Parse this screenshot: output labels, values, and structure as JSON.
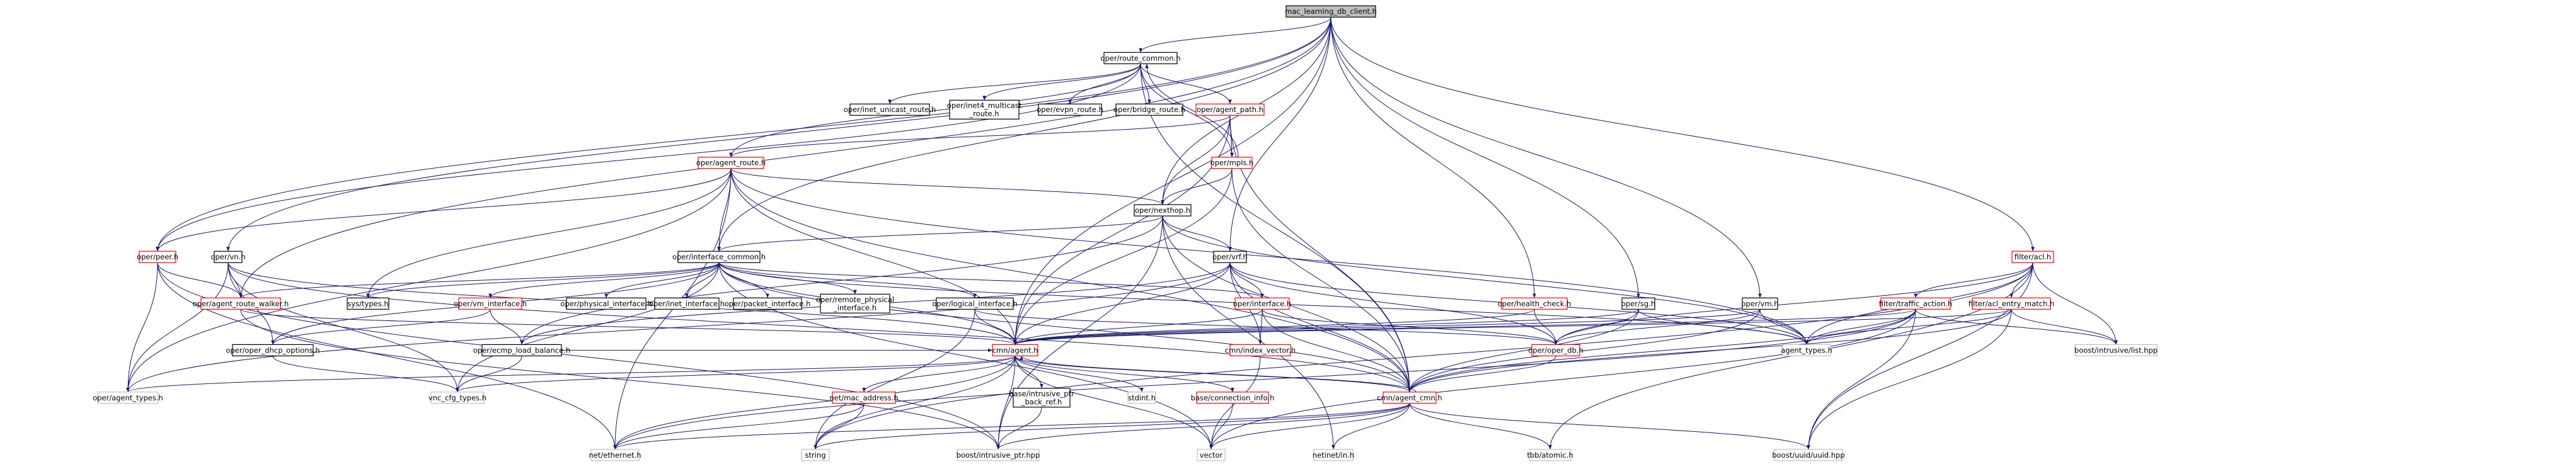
{
  "colors": {
    "root_fill": "#bfbfbf",
    "node_fill": "#ffffff",
    "border_normal": "#000000",
    "border_red": "#ff0000",
    "border_gray": "#bfbfbf",
    "edge": "#191970"
  },
  "nodes": [
    {
      "id": "root",
      "lines": [
        "mac_learning_db_client.h"
      ],
      "style": "root"
    },
    {
      "id": "route_common",
      "lines": [
        "oper/route_common.h"
      ],
      "style": "normal"
    },
    {
      "id": "inet_unicast_route",
      "lines": [
        "oper/inet_unicast_route.h"
      ],
      "style": "normal"
    },
    {
      "id": "inet4_multicast_route",
      "lines": [
        "oper/inet4_multicast",
        "_route.h"
      ],
      "style": "normal"
    },
    {
      "id": "evpn_route",
      "lines": [
        "oper/evpn_route.h"
      ],
      "style": "normal"
    },
    {
      "id": "bridge_route",
      "lines": [
        "oper/bridge_route.h"
      ],
      "style": "normal"
    },
    {
      "id": "agent_path",
      "lines": [
        "oper/agent_path.h"
      ],
      "style": "red"
    },
    {
      "id": "agent_route",
      "lines": [
        "oper/agent_route.h"
      ],
      "style": "red"
    },
    {
      "id": "mpls",
      "lines": [
        "oper/mpls.h"
      ],
      "style": "red"
    },
    {
      "id": "nexthop",
      "lines": [
        "oper/nexthop.h"
      ],
      "style": "normal"
    },
    {
      "id": "peer",
      "lines": [
        "oper/peer.h"
      ],
      "style": "red"
    },
    {
      "id": "vn",
      "lines": [
        "oper/vn.h"
      ],
      "style": "normal"
    },
    {
      "id": "interface_common",
      "lines": [
        "oper/interface_common.h"
      ],
      "style": "normal"
    },
    {
      "id": "vrf",
      "lines": [
        "oper/vrf.h"
      ],
      "style": "normal"
    },
    {
      "id": "agent_route_walker",
      "lines": [
        "oper/agent_route_walker.h"
      ],
      "style": "red"
    },
    {
      "id": "sys_types",
      "lines": [
        "sys/types.h"
      ],
      "style": "normal"
    },
    {
      "id": "vm_interface",
      "lines": [
        "oper/vm_interface.h"
      ],
      "style": "red"
    },
    {
      "id": "physical_interface",
      "lines": [
        "oper/physical_interface.h"
      ],
      "style": "normal"
    },
    {
      "id": "inet_interface",
      "lines": [
        "oper/inet_interface.h"
      ],
      "style": "normal"
    },
    {
      "id": "packet_interface",
      "lines": [
        "oper/packet_interface.h"
      ],
      "style": "normal"
    },
    {
      "id": "remote_physical_interface",
      "lines": [
        "oper/remote_physical",
        "_interface.h"
      ],
      "style": "normal"
    },
    {
      "id": "logical_interface",
      "lines": [
        "oper/logical_interface.h"
      ],
      "style": "normal"
    },
    {
      "id": "oper_interface",
      "lines": [
        "oper/interface.h"
      ],
      "style": "red"
    },
    {
      "id": "health_check",
      "lines": [
        "oper/health_check.h"
      ],
      "style": "red"
    },
    {
      "id": "sg",
      "lines": [
        "oper/sg.h"
      ],
      "style": "normal"
    },
    {
      "id": "oper_vm",
      "lines": [
        "oper/vm.h"
      ],
      "style": "normal"
    },
    {
      "id": "filter_acl",
      "lines": [
        "filter/acl.h"
      ],
      "style": "red"
    },
    {
      "id": "traffic_action",
      "lines": [
        "filter/traffic_action.h"
      ],
      "style": "red"
    },
    {
      "id": "acl_entry_match",
      "lines": [
        "filter/acl_entry_match.h"
      ],
      "style": "red"
    },
    {
      "id": "intrusive_list",
      "lines": [
        "boost/intrusive/list.hpp"
      ],
      "style": "gray"
    },
    {
      "id": "agent_types",
      "lines": [
        "agent_types.h"
      ],
      "style": "gray"
    },
    {
      "id": "oper_dhcp_options",
      "lines": [
        "oper/oper_dhcp_options.h"
      ],
      "style": "normal"
    },
    {
      "id": "ecmp_load_balance",
      "lines": [
        "oper/ecmp_load_balance.h"
      ],
      "style": "normal"
    },
    {
      "id": "cmn_agent",
      "lines": [
        "cmn/agent.h"
      ],
      "style": "red"
    },
    {
      "id": "index_vector",
      "lines": [
        "cmn/index_vector.h"
      ],
      "style": "red"
    },
    {
      "id": "oper_db",
      "lines": [
        "oper/oper_db.h"
      ],
      "style": "red"
    },
    {
      "id": "oper_agent_types",
      "lines": [
        "oper/agent_types.h"
      ],
      "style": "gray"
    },
    {
      "id": "vnc_cfg_types",
      "lines": [
        "vnc_cfg_types.h"
      ],
      "style": "gray"
    },
    {
      "id": "net_mac_address",
      "lines": [
        "net/mac_address.h"
      ],
      "style": "red"
    },
    {
      "id": "intrusive_ptr_back_ref",
      "lines": [
        "base/intrusive_ptr",
        "_back_ref.h"
      ],
      "style": "normal"
    },
    {
      "id": "stdint",
      "lines": [
        "stdint.h"
      ],
      "style": "gray"
    },
    {
      "id": "connection_info",
      "lines": [
        "base/connection_info.h"
      ],
      "style": "red"
    },
    {
      "id": "agent_cmn",
      "lines": [
        "cmn/agent_cmn.h"
      ],
      "style": "red"
    },
    {
      "id": "net_ethernet",
      "lines": [
        "net/ethernet.h"
      ],
      "style": "gray"
    },
    {
      "id": "string",
      "lines": [
        "string"
      ],
      "style": "gray"
    },
    {
      "id": "intrusive_ptr",
      "lines": [
        "boost/intrusive_ptr.hpp"
      ],
      "style": "gray"
    },
    {
      "id": "vector",
      "lines": [
        "vector"
      ],
      "style": "gray"
    },
    {
      "id": "netinet_in",
      "lines": [
        "netinet/in.h"
      ],
      "style": "gray"
    },
    {
      "id": "tbb_atomic",
      "lines": [
        "tbb/atomic.h"
      ],
      "style": "gray"
    },
    {
      "id": "uuid_hpp",
      "lines": [
        "boost/uuid/uuid.hpp"
      ],
      "style": "gray"
    }
  ],
  "edges": [
    [
      "root",
      "route_common"
    ],
    [
      "root",
      "vrf"
    ],
    [
      "root",
      "interface_common"
    ],
    [
      "root",
      "vn"
    ],
    [
      "root",
      "peer"
    ],
    [
      "root",
      "nexthop"
    ],
    [
      "root",
      "health_check"
    ],
    [
      "root",
      "sg"
    ],
    [
      "root",
      "oper_vm"
    ],
    [
      "root",
      "filter_acl"
    ],
    [
      "root",
      "agent_route_walker"
    ],
    [
      "root",
      "cmn_agent"
    ],
    [
      "route_common",
      "inet_unicast_route"
    ],
    [
      "route_common",
      "inet4_multicast_route"
    ],
    [
      "route_common",
      "evpn_route"
    ],
    [
      "route_common",
      "bridge_route"
    ],
    [
      "route_common",
      "agent_path"
    ],
    [
      "route_common",
      "agent_route"
    ],
    [
      "route_common",
      "mpls"
    ],
    [
      "route_common",
      "peer"
    ],
    [
      "route_common",
      "agent_cmn"
    ],
    [
      "agent_path",
      "agent_route"
    ],
    [
      "agent_path",
      "mpls"
    ],
    [
      "agent_path",
      "nexthop"
    ],
    [
      "agent_path",
      "cmn_agent"
    ],
    [
      "agent_path",
      "agent_cmn"
    ],
    [
      "mpls",
      "nexthop"
    ],
    [
      "mpls",
      "agent_cmn"
    ],
    [
      "mpls",
      "route_common"
    ],
    [
      "mpls",
      "cmn_agent"
    ],
    [
      "agent_route",
      "peer"
    ],
    [
      "agent_route",
      "nexthop"
    ],
    [
      "agent_route",
      "interface_common"
    ],
    [
      "agent_route",
      "sys_types"
    ],
    [
      "agent_route",
      "agent_types"
    ],
    [
      "agent_route",
      "cmn_agent"
    ],
    [
      "agent_route",
      "agent_cmn"
    ],
    [
      "agent_route",
      "oper_agent_types"
    ],
    [
      "agent_route",
      "net_ethernet"
    ],
    [
      "nexthop",
      "interface_common"
    ],
    [
      "nexthop",
      "vrf"
    ],
    [
      "nexthop",
      "agent_cmn"
    ],
    [
      "nexthop",
      "agent_types"
    ],
    [
      "nexthop",
      "intrusive_ptr"
    ],
    [
      "nexthop",
      "netinet_in"
    ],
    [
      "nexthop",
      "ecmp_load_balance"
    ],
    [
      "peer",
      "agent_route_walker"
    ],
    [
      "peer",
      "intrusive_ptr"
    ],
    [
      "peer",
      "net_ethernet"
    ],
    [
      "peer",
      "oper_agent_types"
    ],
    [
      "vn",
      "agent_route_walker"
    ],
    [
      "vn",
      "cmn_agent"
    ],
    [
      "vn",
      "oper_dhcp_options"
    ],
    [
      "vn",
      "oper_agent_types"
    ],
    [
      "vn",
      "agent_cmn"
    ],
    [
      "vn",
      "vnc_cfg_types"
    ],
    [
      "interface_common",
      "sys_types"
    ],
    [
      "interface_common",
      "vm_interface"
    ],
    [
      "interface_common",
      "physical_interface"
    ],
    [
      "interface_common",
      "inet_interface"
    ],
    [
      "interface_common",
      "packet_interface"
    ],
    [
      "interface_common",
      "remote_physical_interface"
    ],
    [
      "interface_common",
      "logical_interface"
    ],
    [
      "interface_common",
      "oper_interface"
    ],
    [
      "interface_common",
      "agent_route_walker"
    ],
    [
      "interface_common",
      "cmn_agent"
    ],
    [
      "interface_common",
      "agent_cmn"
    ],
    [
      "interface_common",
      "vector"
    ],
    [
      "interface_common",
      "agent_types"
    ],
    [
      "interface_common",
      "vnc_cfg_types"
    ],
    [
      "interface_common",
      "oper_dhcp_options"
    ],
    [
      "vrf",
      "oper_interface"
    ],
    [
      "vrf",
      "index_vector"
    ],
    [
      "vrf",
      "oper_db"
    ],
    [
      "vrf",
      "cmn_agent"
    ],
    [
      "vrf",
      "agent_cmn"
    ],
    [
      "vrf",
      "agent_types"
    ],
    [
      "vrf",
      "ecmp_load_balance"
    ],
    [
      "vrf",
      "oper_agent_types"
    ],
    [
      "agent_route_walker",
      "cmn_agent"
    ],
    [
      "agent_route_walker",
      "intrusive_ptr"
    ],
    [
      "vm_interface",
      "oper_dhcp_options"
    ],
    [
      "vm_interface",
      "ecmp_load_balance"
    ],
    [
      "logical_interface",
      "cmn_agent"
    ],
    [
      "logical_interface",
      "oper_db"
    ],
    [
      "logical_interface",
      "string"
    ],
    [
      "oper_interface",
      "index_vector"
    ],
    [
      "oper_interface",
      "oper_db"
    ],
    [
      "oper_interface",
      "agent_cmn"
    ],
    [
      "oper_interface",
      "cmn_agent"
    ],
    [
      "health_check",
      "cmn_agent"
    ],
    [
      "health_check",
      "oper_db"
    ],
    [
      "sg",
      "cmn_agent"
    ],
    [
      "sg",
      "oper_db"
    ],
    [
      "sg",
      "agent_cmn"
    ],
    [
      "sg",
      "agent_types"
    ],
    [
      "oper_vm",
      "cmn_agent"
    ],
    [
      "oper_vm",
      "oper_db"
    ],
    [
      "oper_vm",
      "agent_cmn"
    ],
    [
      "oper_vm",
      "agent_types"
    ],
    [
      "filter_acl",
      "traffic_action"
    ],
    [
      "filter_acl",
      "acl_entry_match"
    ],
    [
      "filter_acl",
      "intrusive_list"
    ],
    [
      "filter_acl",
      "agent_types"
    ],
    [
      "filter_acl",
      "uuid_hpp"
    ],
    [
      "filter_acl",
      "tbb_atomic"
    ],
    [
      "filter_acl",
      "string"
    ],
    [
      "filter_acl",
      "oper_db"
    ],
    [
      "traffic_action",
      "cmn_agent"
    ],
    [
      "traffic_action",
      "agent_cmn"
    ],
    [
      "traffic_action",
      "agent_types"
    ],
    [
      "traffic_action",
      "intrusive_list"
    ],
    [
      "traffic_action",
      "uuid_hpp"
    ],
    [
      "traffic_action",
      "vector"
    ],
    [
      "traffic_action",
      "net_ethernet"
    ],
    [
      "acl_entry_match",
      "cmn_agent"
    ],
    [
      "acl_entry_match",
      "agent_cmn"
    ],
    [
      "acl_entry_match",
      "agent_types"
    ],
    [
      "acl_entry_match",
      "intrusive_list"
    ],
    [
      "acl_entry_match",
      "uuid_hpp"
    ],
    [
      "oper_dhcp_options",
      "vnc_cfg_types"
    ],
    [
      "ecmp_load_balance",
      "vnc_cfg_types"
    ],
    [
      "ecmp_load_balance",
      "cmn_agent"
    ],
    [
      "cmn_agent",
      "oper_agent_types"
    ],
    [
      "cmn_agent",
      "net_mac_address"
    ],
    [
      "cmn_agent",
      "intrusive_ptr_back_ref"
    ],
    [
      "cmn_agent",
      "stdint"
    ],
    [
      "cmn_agent",
      "connection_info"
    ],
    [
      "cmn_agent",
      "agent_cmn"
    ],
    [
      "cmn_agent",
      "net_ethernet"
    ],
    [
      "cmn_agent",
      "string"
    ],
    [
      "cmn_agent",
      "intrusive_ptr"
    ],
    [
      "cmn_agent",
      "vector"
    ],
    [
      "cmn_agent",
      "vnc_cfg_types"
    ],
    [
      "index_vector",
      "vector"
    ],
    [
      "oper_db",
      "agent_cmn"
    ],
    [
      "net_mac_address",
      "string"
    ],
    [
      "net_mac_address",
      "net_ethernet"
    ],
    [
      "intrusive_ptr_back_ref",
      "intrusive_ptr"
    ],
    [
      "connection_info",
      "vector"
    ],
    [
      "agent_cmn",
      "cmn_agent"
    ],
    [
      "agent_cmn",
      "net_ethernet"
    ],
    [
      "agent_cmn",
      "string"
    ],
    [
      "agent_cmn",
      "intrusive_ptr"
    ],
    [
      "agent_cmn",
      "vector"
    ],
    [
      "agent_cmn",
      "netinet_in"
    ],
    [
      "agent_cmn",
      "tbb_atomic"
    ],
    [
      "agent_cmn",
      "uuid_hpp"
    ]
  ]
}
